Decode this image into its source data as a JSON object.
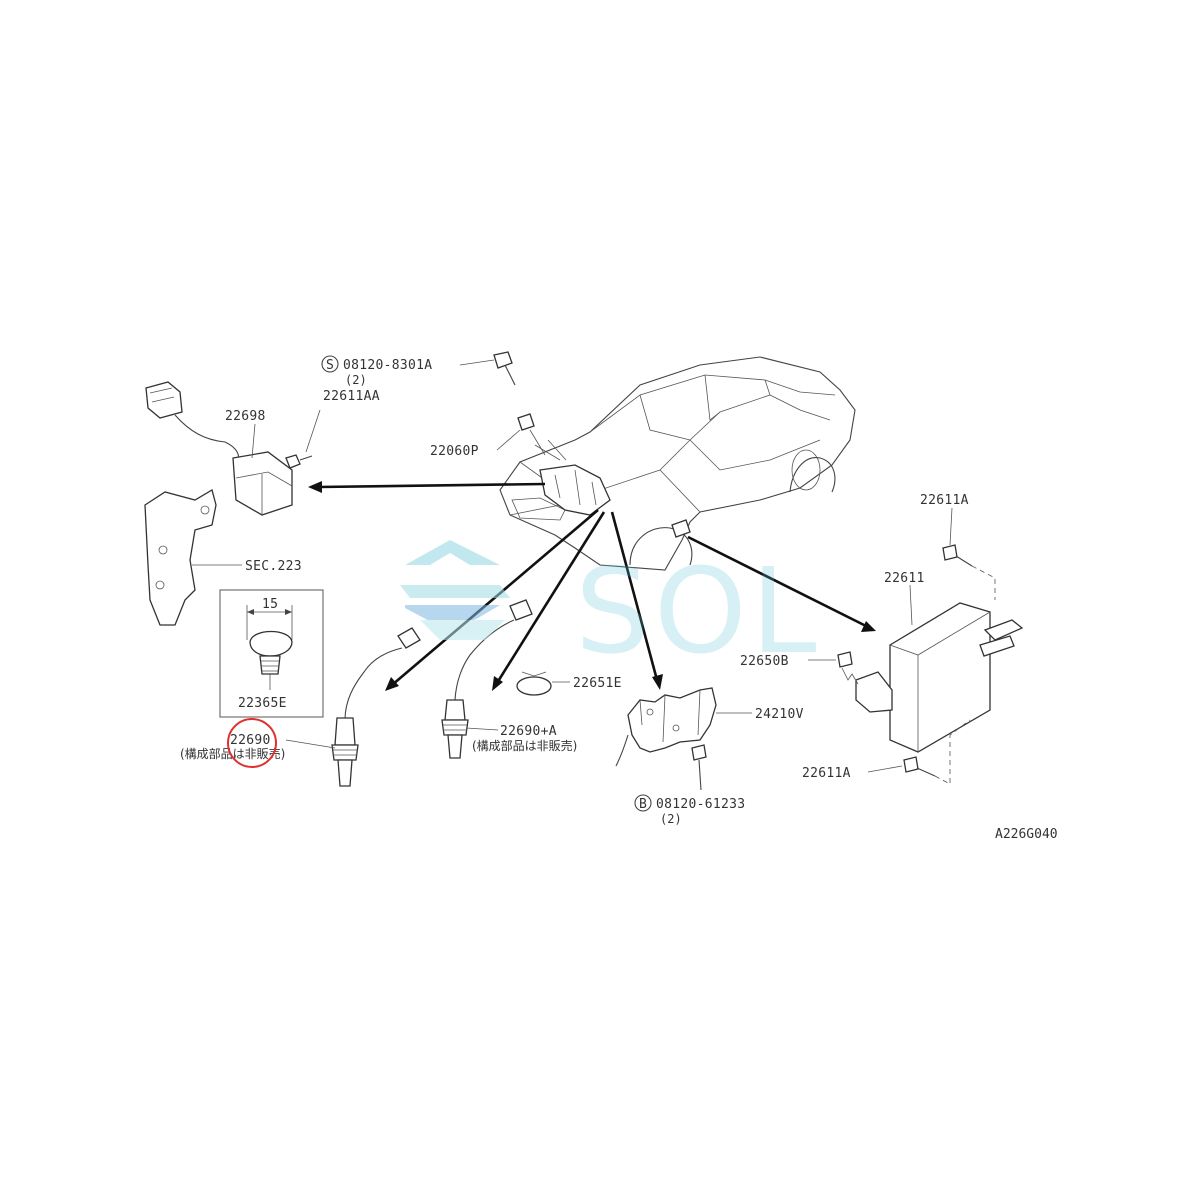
{
  "labels": {
    "bolt_upper_code": "08120-8301A",
    "bolt_upper_qty": "(2)",
    "sensor_22698": "22698",
    "bolt_22611AA": "22611AA",
    "bolt_22060P": "22060P",
    "sec_223": "SEC.223",
    "detail_dim": "15",
    "detail_part": "22365E",
    "sensor_22690": "22690",
    "sensor_22690_note": "(構成部品は非販売)",
    "sensor_22690A": "22690+A",
    "sensor_22690A_note": "(構成部品は非販売)",
    "clamp_22651E": "22651E",
    "bracket_24210V": "24210V",
    "bolt_lower_code": "08120-61233",
    "bolt_lower_qty": "(2)",
    "bolt_22611A_top": "22611A",
    "module_22611": "22611",
    "nut_22650B": "22650B",
    "bolt_22611A_bottom": "22611A",
    "diagram_code": "A226G040"
  },
  "markers": {
    "S": "S",
    "B": "B"
  },
  "watermark": {
    "text": "SOL",
    "color": "#5ec3d6"
  },
  "highlight": {
    "color": "#e03030",
    "target": "22690"
  }
}
